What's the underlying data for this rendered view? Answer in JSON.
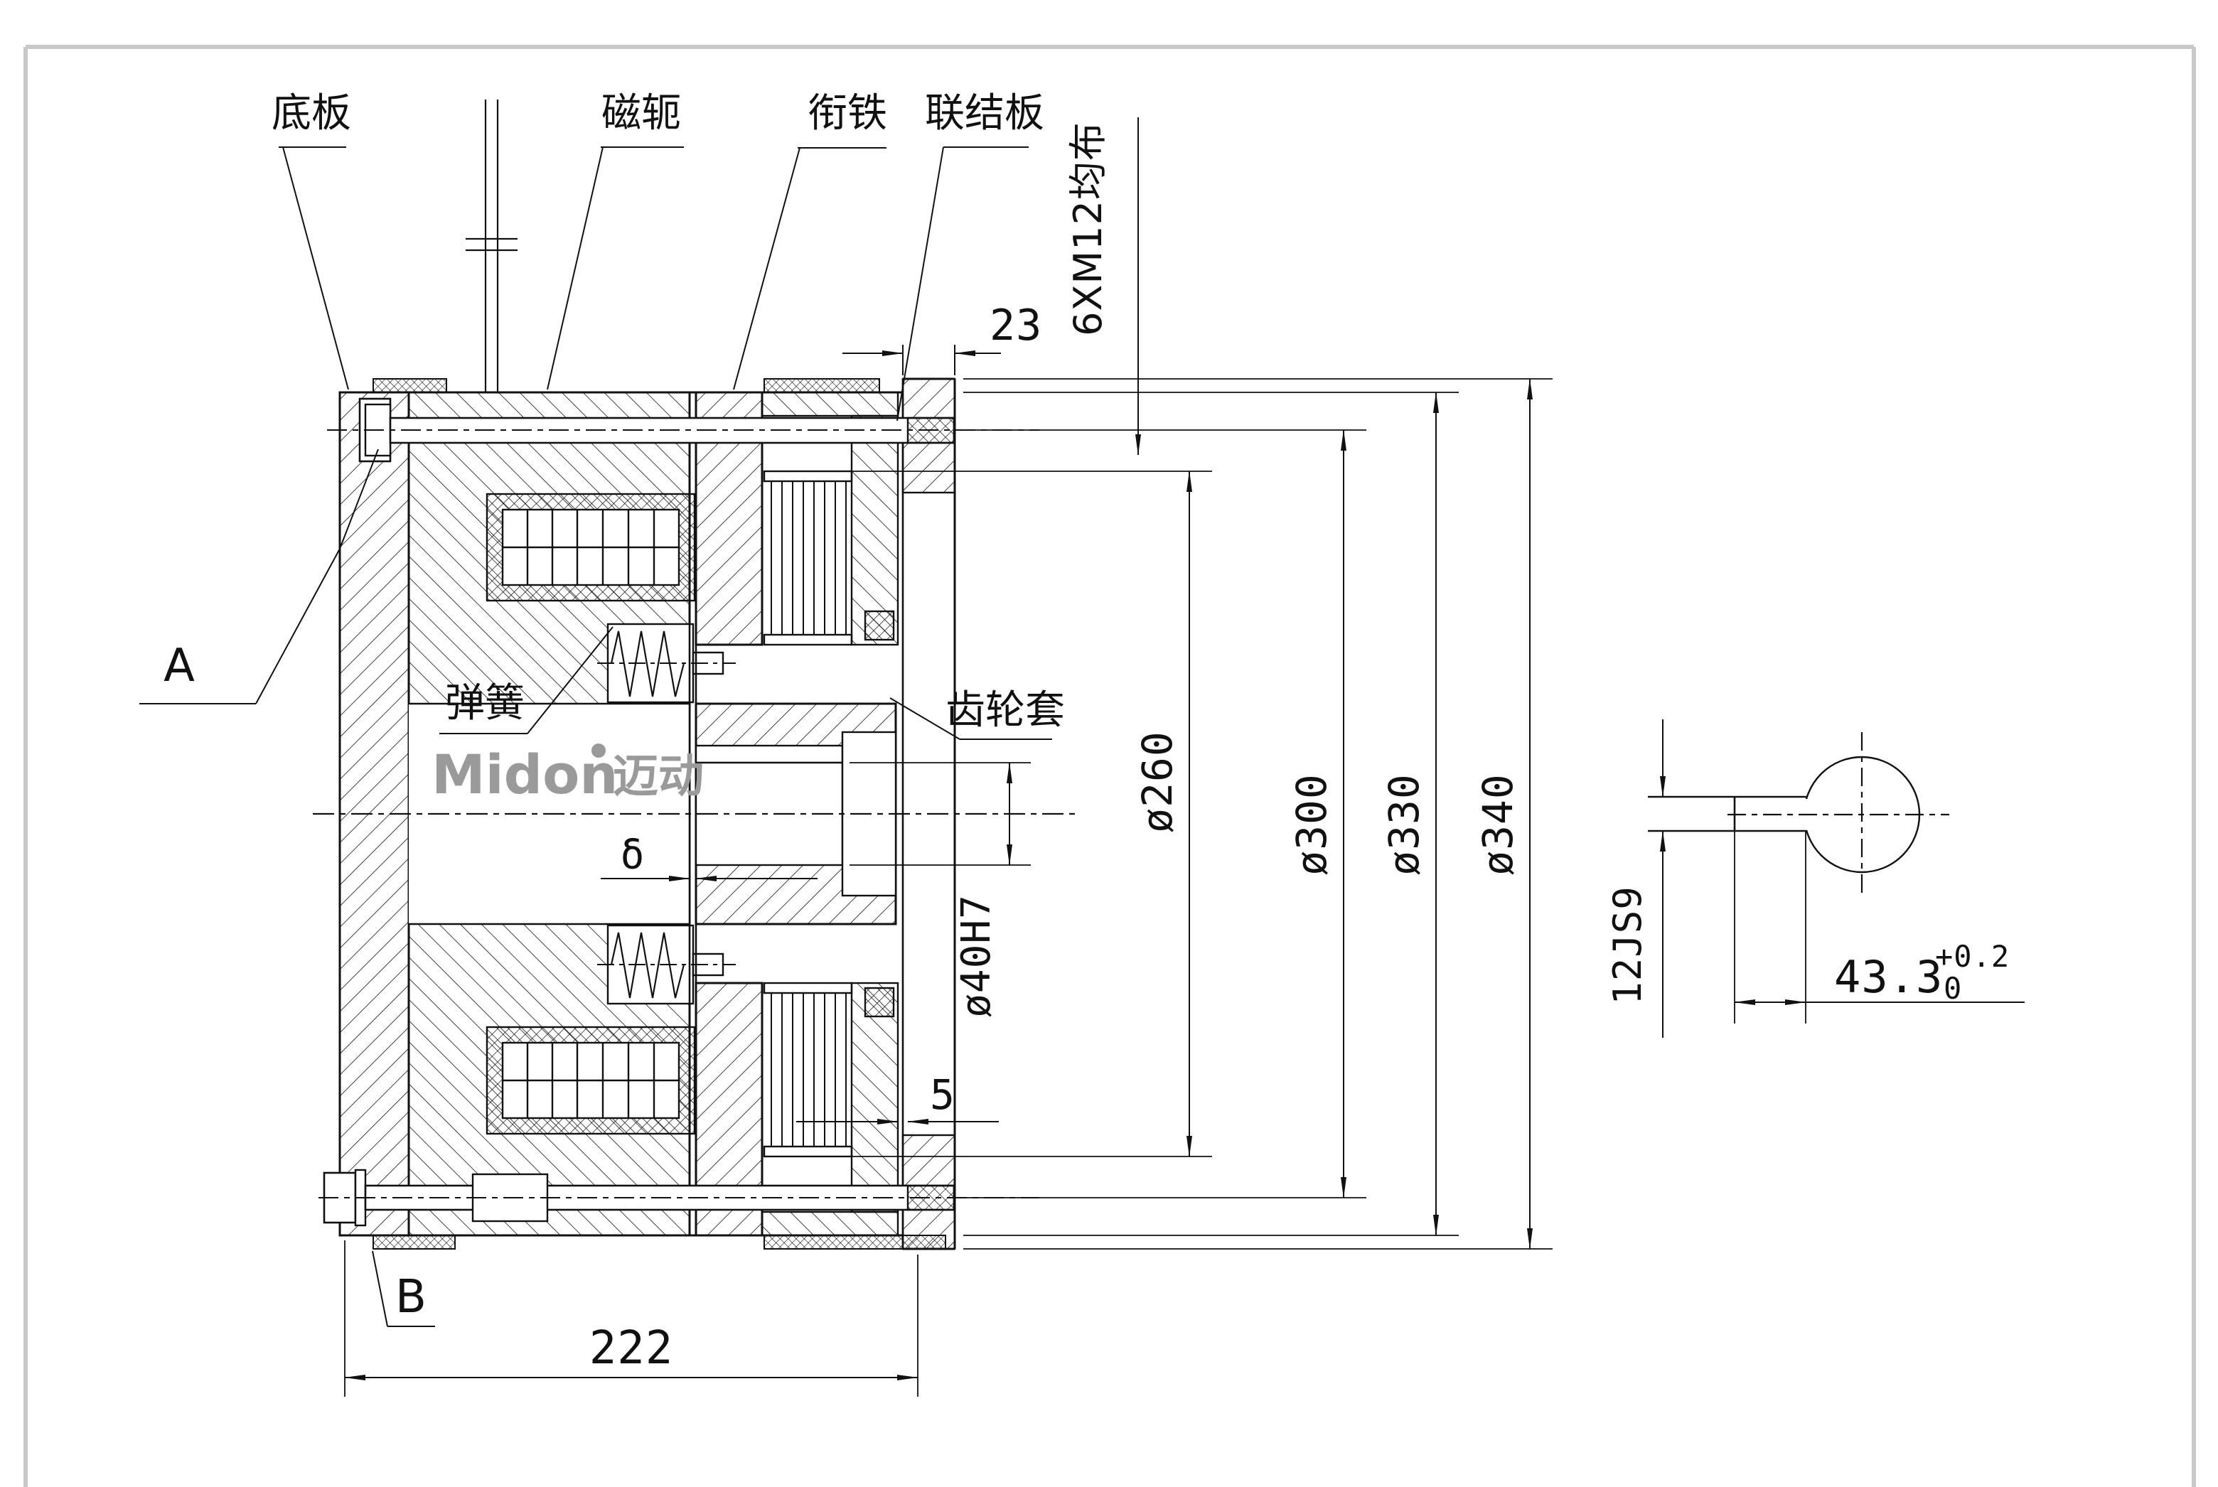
{
  "page": {
    "background": "#ffffff",
    "frame_color": "#c8c8c8",
    "line_color": "#111111"
  },
  "watermark": {
    "brand": "Midon",
    "cjk": "迈动",
    "color": "#9a9a9a"
  },
  "part_labels": {
    "base_plate": "底板",
    "yoke": "磁轭",
    "armature": "衔铁",
    "connecting_plate": "联结板",
    "spring": "弹簧",
    "gear_sleeve": "齿轮套",
    "view_a": "A",
    "view_b": "B"
  },
  "dimensions": {
    "bolt_note": "6XM12均布",
    "plate_thickness": "23",
    "dia_260": "ø260",
    "dia_300": "ø300",
    "dia_330": "ø330",
    "dia_340": "ø340",
    "bore": "ø40H7",
    "disc_gap": "5",
    "air_gap": "δ",
    "overall_length": "222",
    "keyway_width": "12JS9",
    "keyway_depth": {
      "value": "43.3",
      "tol_upper": "+0.2",
      "tol_lower": "0"
    }
  }
}
